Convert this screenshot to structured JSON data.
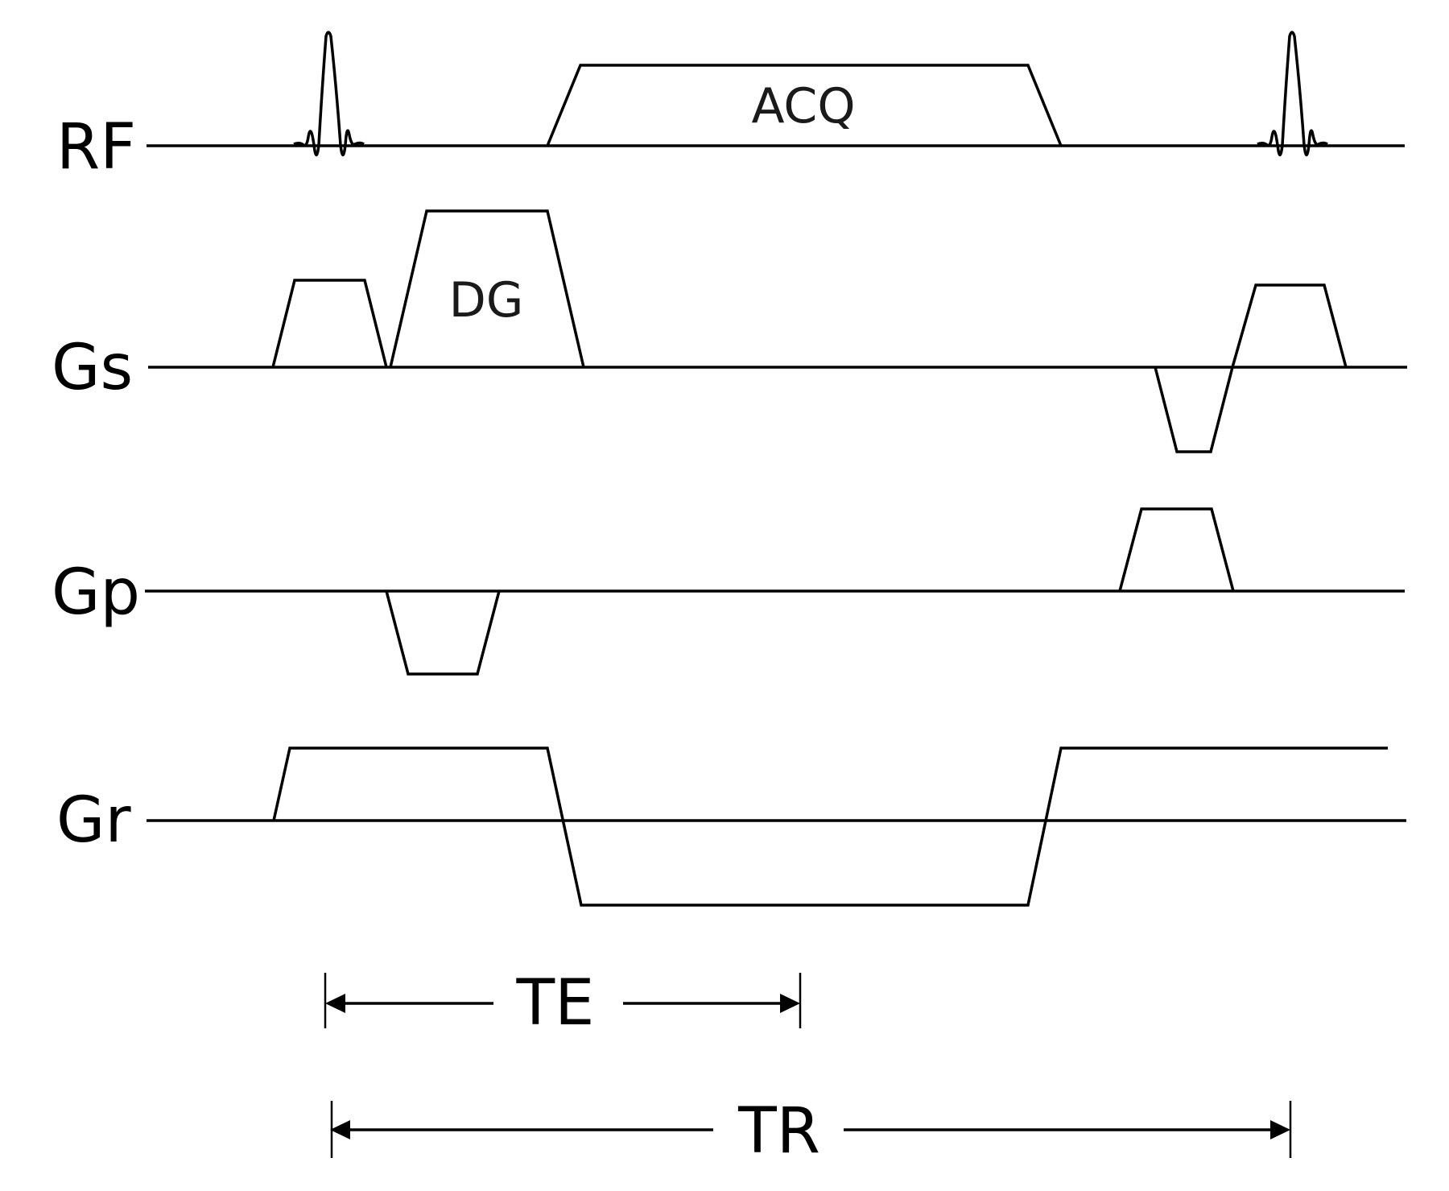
{
  "rows": {
    "rf": "RF",
    "gs": "Gs",
    "gp": "Gp",
    "gr": "Gr"
  },
  "blocks": {
    "acq": "ACQ",
    "dg": "DG"
  },
  "timing": {
    "te": "TE",
    "tr": "TR"
  }
}
